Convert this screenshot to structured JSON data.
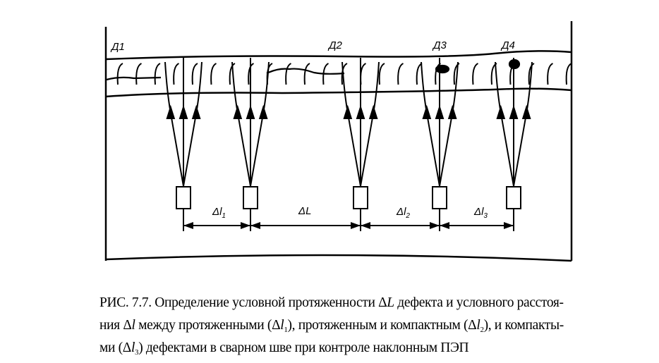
{
  "figure": {
    "defect_labels": [
      "Д1",
      "Д2",
      "Д3",
      "Д4"
    ],
    "dimension_labels": [
      {
        "base": "Δl",
        "sub": "1"
      },
      {
        "base": "ΔL",
        "sub": ""
      },
      {
        "base": "Δl",
        "sub": "2"
      },
      {
        "base": "Δl",
        "sub": "3"
      }
    ],
    "transducer_count": 5
  },
  "caption": {
    "lines": [
      [
        {
          "t": "РИС. 7.7. Определение условной протяженности "
        },
        {
          "t": "Δ"
        },
        {
          "t": "L",
          "i": true
        },
        {
          "t": " дефекта и условного расстоя-"
        }
      ],
      [
        {
          "t": "ния "
        },
        {
          "t": "Δ"
        },
        {
          "t": "l",
          "i": true
        },
        {
          "t": " между протяженными ("
        },
        {
          "t": "Δ"
        },
        {
          "t": "l",
          "i": true
        },
        {
          "t": "1",
          "sub": true
        },
        {
          "t": "), протяженным и компактным ("
        },
        {
          "t": "Δ"
        },
        {
          "t": "l",
          "i": true
        },
        {
          "t": "2",
          "sub": true
        },
        {
          "t": "), и компакты-"
        }
      ],
      [
        {
          "t": "ми ("
        },
        {
          "t": "Δ"
        },
        {
          "t": "l",
          "i": true
        },
        {
          "t": "3",
          "sub": true
        },
        {
          "t": ") дефектами в сварном шве при контроле наклонным ПЭП"
        }
      ]
    ]
  }
}
